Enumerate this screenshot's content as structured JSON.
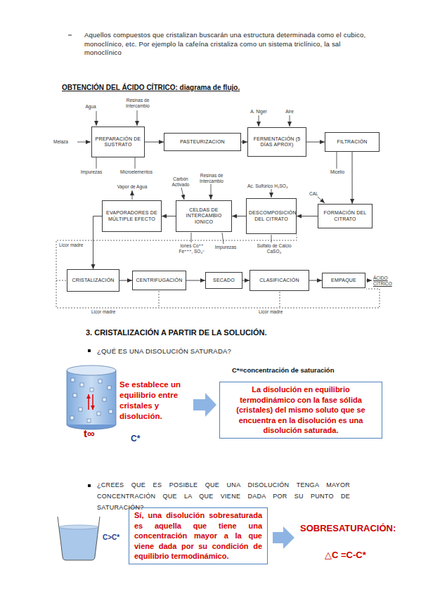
{
  "diagram": {
    "title": "OBTENCIÓN DEL ÁCIDO CÍTRICO: diagrama de flujo.",
    "nodes": [
      {
        "text": [
          "PREPARACIÓN DE SUSTRATO"
        ]
      },
      {
        "text": [
          "PASTEURIZACION"
        ]
      },
      {
        "text": [
          "FERMENTACIÓN (5 DÍAS APROX)"
        ]
      },
      {
        "text": [
          "FILTRACIÓN"
        ]
      },
      {
        "text": [
          "FORMACIÓN DEL CITRATO"
        ]
      },
      {
        "text": [
          "DESCOMPOSICIÓN DEL CITRATO"
        ]
      },
      {
        "text": [
          "CELDAS DE INTERCAMBIO IONICO"
        ]
      },
      {
        "text": [
          "EVAPORADORES DE MÚLTIPLE EFECTO"
        ]
      },
      {
        "text": [
          "CRISTALIZACIÓN"
        ]
      },
      {
        "text": [
          "CENTRIFUGACIÓN"
        ]
      },
      {
        "text": [
          "SECADO"
        ]
      },
      {
        "text": [
          "CLASIFICACIÓN"
        ]
      },
      {
        "text": [
          "EMPAQUE"
        ]
      },
      {
        "text": [
          "La disolución en equilibrio termodinámico con la fase sólida (cristales) del mismo soluto que se encuentra en la disolución es una disolución saturada."
        ]
      },
      {
        "text": [
          "Sí, una disolución sobresaturada es aquella que tiene una concentración mayor a la que viene dada por su condición de equilibrio termodinámico."
        ]
      }
    ],
    "edges": [
      {
        "from": 0,
        "to": 1,
        "arrow": "to"
      },
      {
        "from": 1,
        "to": 2,
        "arrow": "to"
      },
      {
        "from": 2,
        "to": 3,
        "arrow": "to"
      },
      {
        "from": 3,
        "to": 4,
        "arrow": "to"
      },
      {
        "from": 4,
        "to": 5,
        "arrow": "to"
      },
      {
        "from": 5,
        "to": 6,
        "arrow": "to"
      },
      {
        "from": 6,
        "to": 7,
        "arrow": "to"
      },
      {
        "from": 7,
        "to": 8,
        "arrow": "to"
      },
      {
        "from": 8,
        "to": 9,
        "arrow": "to"
      },
      {
        "from": 9,
        "to": 10,
        "arrow": "to"
      },
      {
        "from": 10,
        "to": 11,
        "arrow": "to"
      },
      {
        "from": 11,
        "to": 12,
        "arrow": "to"
      }
    ],
    "labels": [
      "Aquellos compuestos que cristalizan buscarán una estructura determinada como el cubico, monoclínico, etc. Por ejemplo la cafeína cristaliza como un sistema triclínico, la sal monoclínico",
      "Agua",
      "Resinas de Intercambio",
      "Melaza",
      "Impurezas",
      "Microelementos",
      "A. Niger",
      "Aire",
      "Micelio",
      "Ac. Sulfúrico H₂SO₄",
      "CAL",
      "Carbón Activado",
      "Resinas de Intercambio",
      "Vapor de Agua",
      "Iones Co⁺⁺ Fe⁺⁺⁺, SO₄⁼",
      "Impurezas",
      "Sulfato de Calcio CaSO₄",
      "Licor madre",
      "ÁCIDO CÍTRICO",
      "Licor madre",
      "Licor madre",
      "3. CRISTALIZACIÓN A PARTIR DE LA SOLUCIÓN.",
      "¿QUÉ ES UNA DISOLUCIÓN SATURADA?",
      "C*=concentración de saturación",
      "Se establece un equilibrio entre cristales y disolución.",
      "t∞",
      "C*",
      "¿CREES QUE ES POSIBLE QUE UNA DISOLUCIÓN TENGA MAYOR CONCENTRACIÓN QUE LA QUE VIENE DADA POR SU PUNTO DE SATURACIÓN?",
      "C>C*",
      "SOBRESATURACIÓN:",
      "△C =C-C*"
    ]
  }
}
